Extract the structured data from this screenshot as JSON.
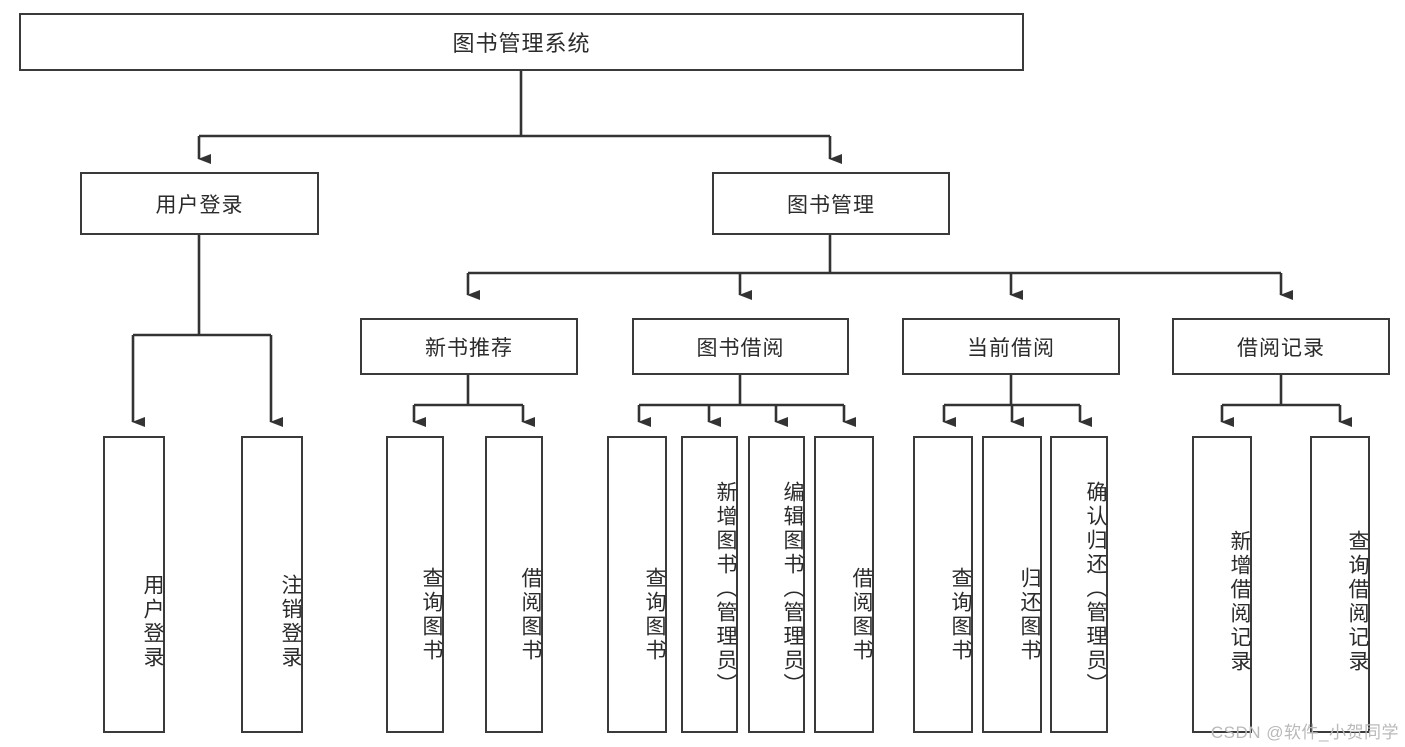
{
  "diagram": {
    "type": "tree",
    "title": "图书管理系统",
    "watermark": "CSDN @软件_小贺同学",
    "colors": {
      "box_border": "#3a3a3a",
      "box_fill": "#ffffff",
      "text": "#2b2b2b",
      "connector": "#333333",
      "watermark": "#b9b9b9",
      "background": "#ffffff"
    },
    "root": {
      "label": "图书管理系统"
    },
    "level2": [
      {
        "label": "用户登录"
      },
      {
        "label": "图书管理"
      }
    ],
    "level3": [
      {
        "label": "新书推荐"
      },
      {
        "label": "图书借阅"
      },
      {
        "label": "当前借阅"
      },
      {
        "label": "借阅记录"
      }
    ],
    "leaves": {
      "user_login": [
        {
          "label": "用户登录"
        },
        {
          "label": "注销登录"
        }
      ],
      "new_book_recommend": [
        {
          "label": "查询图书"
        },
        {
          "label": "借阅图书"
        }
      ],
      "book_borrow": [
        {
          "label": "查询图书"
        },
        {
          "label": "新增图书（管理员）"
        },
        {
          "label": "编辑图书（管理员）"
        },
        {
          "label": "借阅图书"
        }
      ],
      "current_borrow": [
        {
          "label": "查询图书"
        },
        {
          "label": "归还图书"
        },
        {
          "label": "确认归还（管理员）"
        }
      ],
      "borrow_record": [
        {
          "label": "新增借阅记录"
        },
        {
          "label": "查询借阅记录"
        }
      ]
    }
  }
}
